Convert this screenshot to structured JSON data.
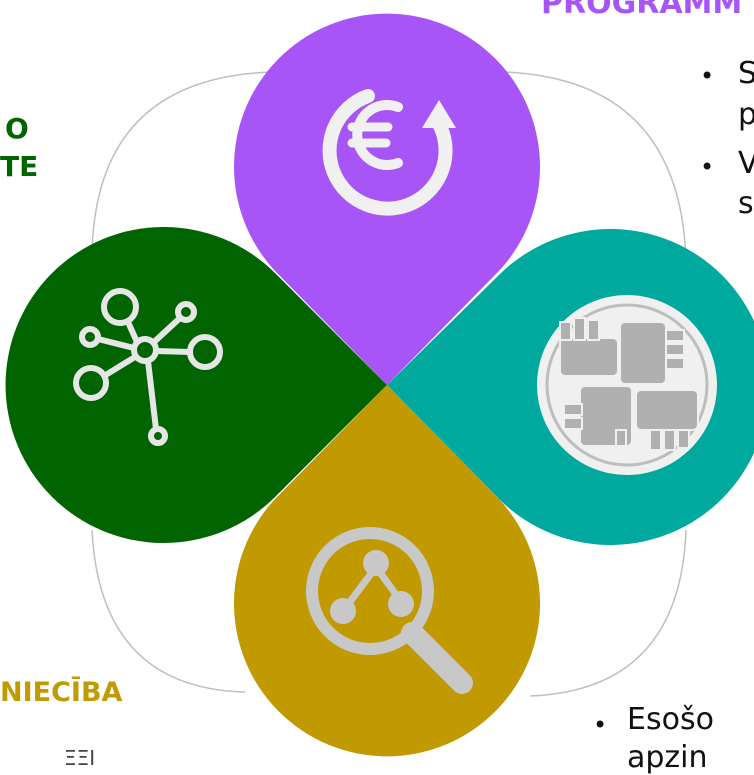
{
  "colors": {
    "purple": "#a855f7",
    "teal": "#00a99d",
    "dark_green": "#006400",
    "gold": "#c09a00",
    "icon": "#f0f0f0",
    "icon_grey": "#c8c8c8",
    "connector": "#bfbfbf"
  },
  "labels": {
    "top_heading": "PROGRAMM",
    "left_heading_line1": "O",
    "left_heading_line2": "TE",
    "bottom_left_heading": "NIECĪBA"
  },
  "text_fragments": {
    "right_bullet1_line1": "S",
    "right_bullet1_line2": "p",
    "right_bullet2_line1": "V",
    "right_bullet2_line2": "s",
    "bottom_right_line1": "Esošo",
    "bottom_right_line2": "apzin",
    "bottom_left_line": "ΞΞΙ"
  },
  "petals": [
    {
      "name": "top",
      "color_key": "purple",
      "icon": "euro-cycle-icon"
    },
    {
      "name": "right",
      "color_key": "teal",
      "icon": "joined-hands-icon"
    },
    {
      "name": "left",
      "color_key": "dark_green",
      "icon": "network-icon"
    },
    {
      "name": "bottom",
      "color_key": "gold",
      "icon": "magnify-chart-icon"
    }
  ]
}
